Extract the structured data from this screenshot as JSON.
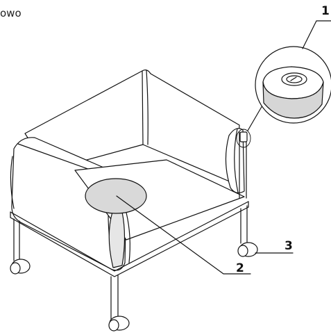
{
  "caption": "owo",
  "callouts": {
    "c1": "1",
    "c2": "2",
    "c3": "3"
  }
}
